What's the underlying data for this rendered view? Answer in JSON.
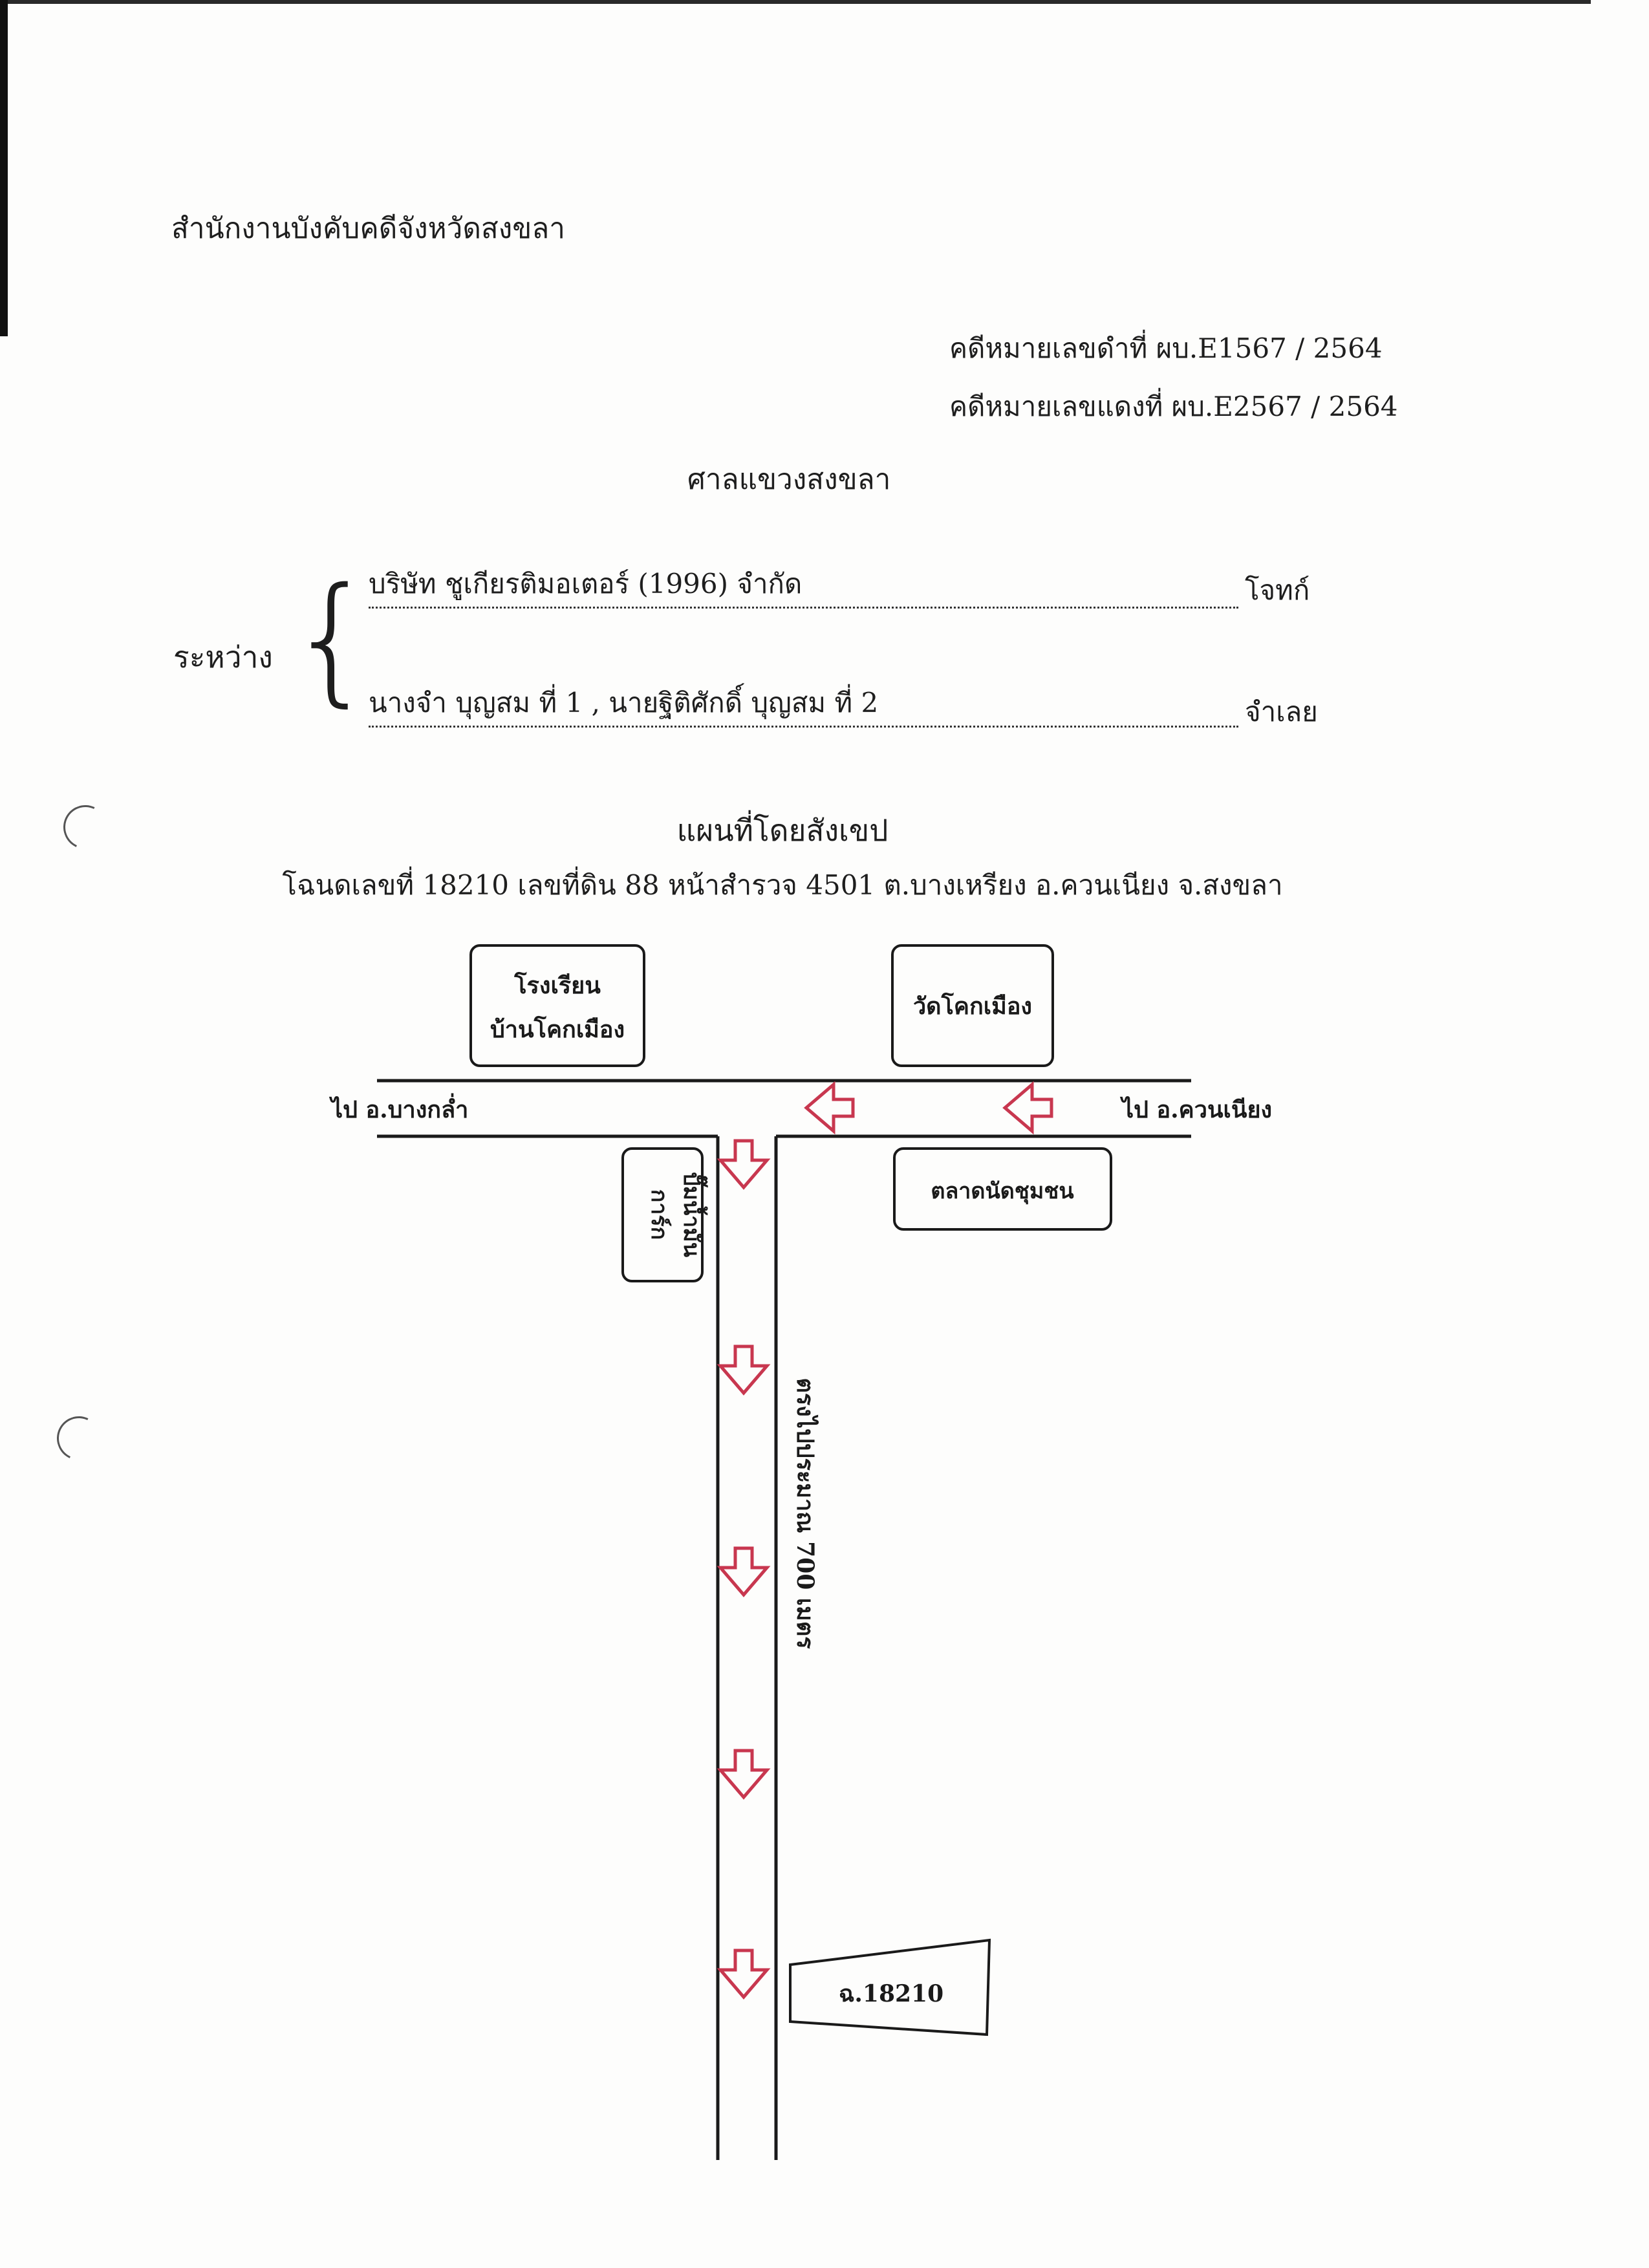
{
  "header": {
    "office": "สำนักงานบังคับคดีจังหวัดสงขลา",
    "black_case": "คดีหมายเลขดำที่  ผบ.E1567 / 2564",
    "red_case": "คดีหมายเลขแดงที่  ผบ.E2567 / 2564",
    "court": "ศาลแขวงสงขลา"
  },
  "parties": {
    "between_label": "ระหว่าง",
    "plaintiff_name": "บริษัท ชูเกียรติมอเตอร์ (1996) จำกัด",
    "plaintiff_role": "โจทก์",
    "defendant_name": "นางจำ  บุญสม  ที่ 1 , นายฐิติศักดิ์  บุญสม  ที่ 2",
    "defendant_role": "จำเลย"
  },
  "map": {
    "title": "แผนที่โดยสังเขป",
    "deed_info": "โฉนดเลขที่ 18210  เลขที่ดิน 88  หน้าสำรวจ 4501  ต.บางเหรียง  อ.ควนเนียง  จ.สงขลา",
    "school_line1": "โรงเรียน",
    "school_line2": "บ้านโคกเมือง",
    "temple": "วัดโคกเมือง",
    "to_bangklam": "ไป อ.บางกล่ำ",
    "to_khuanniang": "ไป อ.ควนเนียง",
    "market": "ตลาดนัดชุมชน",
    "gas_line1": "ปั๊มน้ำมัน",
    "gas_line2": "การ์ก",
    "straight_note": "ตรงไปประมาณ 700 เมตร",
    "plot_label": "ฉ.18210",
    "arrow_color": "#c8374f",
    "road_color": "#1a1a1a"
  }
}
